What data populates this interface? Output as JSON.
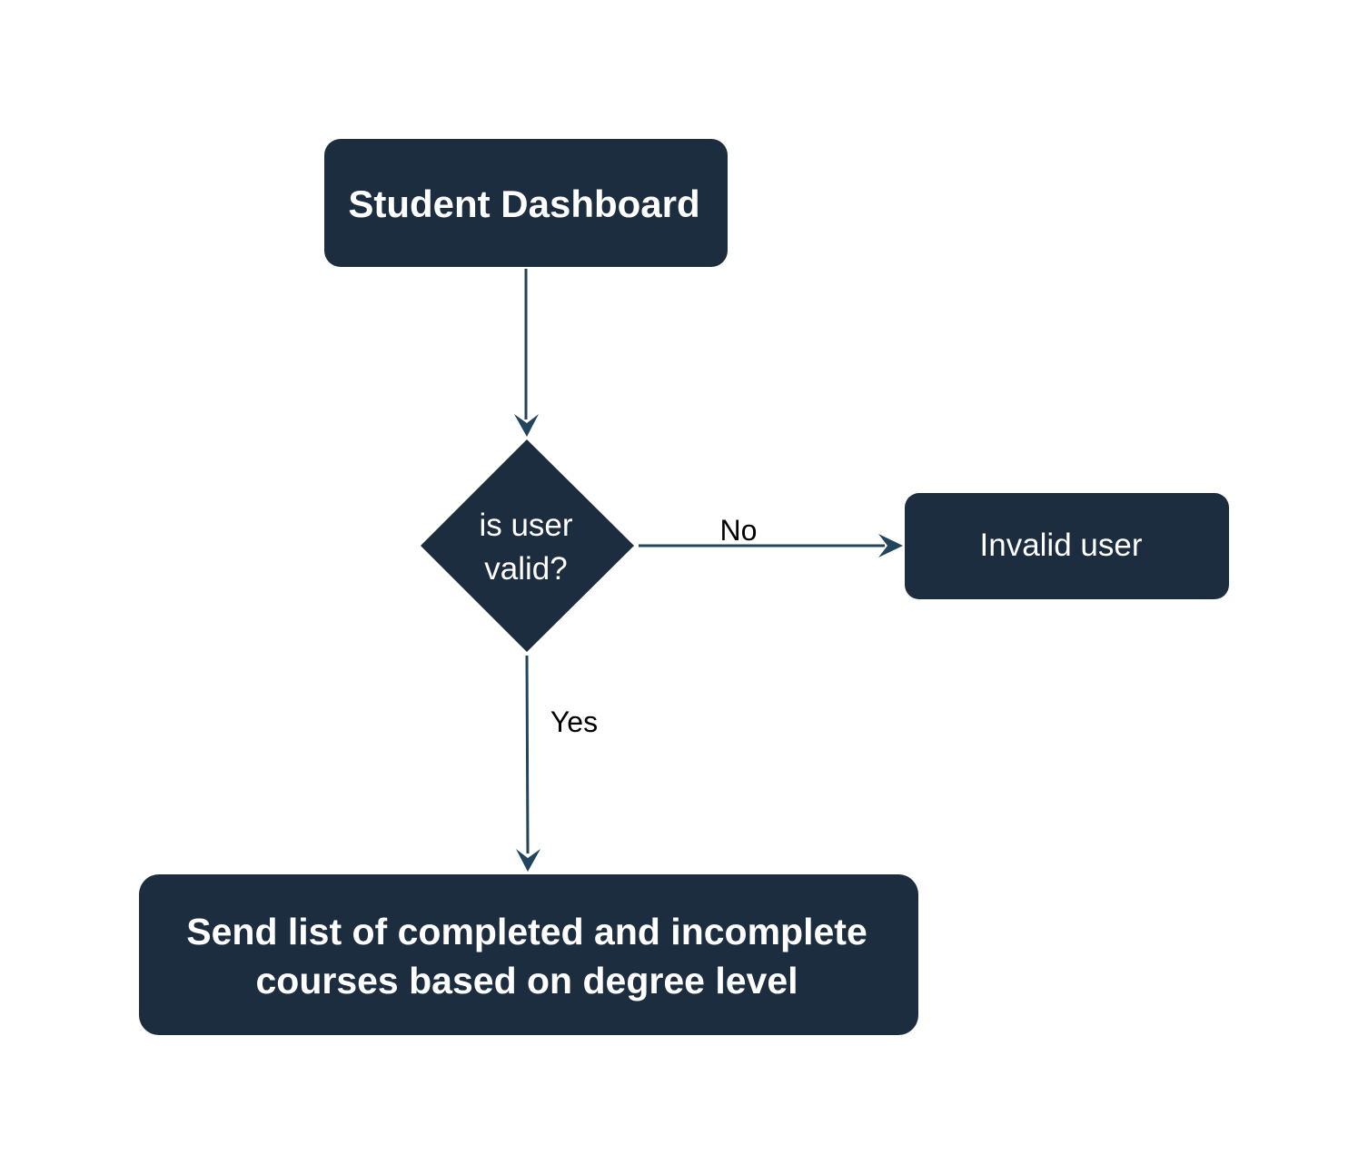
{
  "colors": {
    "node_fill": "#1b2d3f",
    "node_text": "#ffffff",
    "edge_stroke": "#23445d",
    "label_text": "#000000",
    "background": "#ffffff"
  },
  "nodes": {
    "student_dashboard": {
      "label": "Student Dashboard"
    },
    "is_user_valid": {
      "line1": "is user",
      "line2": "valid?"
    },
    "invalid_user": {
      "label": "Invalid user"
    },
    "send_list": {
      "line1": "Send list of completed and incomplete",
      "line2": "courses based on degree level"
    }
  },
  "edges": {
    "no_label": "No",
    "yes_label": "Yes"
  }
}
